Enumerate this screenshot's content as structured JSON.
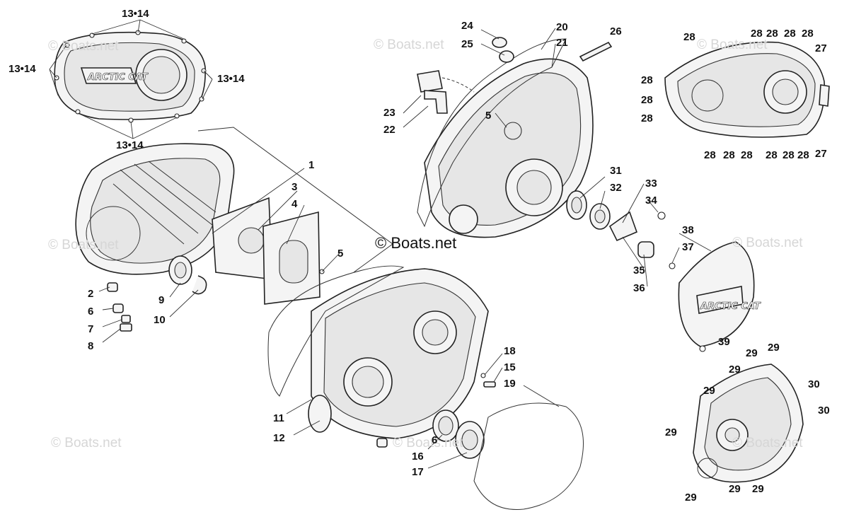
{
  "watermarks": {
    "text": "© Boats.net",
    "center_text": "© Boats.net"
  },
  "emblem_text": "ARCTIC CAT",
  "labels": {
    "l1314_top": "13•14",
    "l1314_left": "13•14",
    "l1314_right": "13•14",
    "l1314_bottom": "13•14",
    "l1": "1",
    "l2": "2",
    "l3": "3",
    "l4": "4",
    "l5a": "5",
    "l5b": "5",
    "l6a": "6",
    "l6b": "6",
    "l7": "7",
    "l8": "8",
    "l9": "9",
    "l10": "10",
    "l11": "11",
    "l12": "12",
    "l15": "15",
    "l16": "16",
    "l17": "17",
    "l18": "18",
    "l19": "19",
    "l20": "20",
    "l21": "21",
    "l22": "22",
    "l23": "23",
    "l24": "24",
    "l25": "25",
    "l26": "26",
    "l27a": "27",
    "l27b": "27",
    "l28a": "28",
    "l28b": "28",
    "l28c": "28",
    "l28d": "28",
    "l28e": "28",
    "l28f": "28",
    "l28g": "28",
    "l28h": "28",
    "l28i": "28",
    "l28j": "28",
    "l28k": "28",
    "l28l": "28",
    "l28m": "28",
    "l28n": "28",
    "l29a": "29",
    "l29b": "29",
    "l29c": "29",
    "l29d": "29",
    "l29e": "29",
    "l29f": "29",
    "l29g": "29",
    "l29h": "29",
    "l30a": "30",
    "l30b": "30",
    "l31": "31",
    "l32": "32",
    "l33": "33",
    "l34": "34",
    "l35": "35",
    "l36": "36",
    "l37": "37",
    "l38": "38",
    "l39": "39"
  }
}
